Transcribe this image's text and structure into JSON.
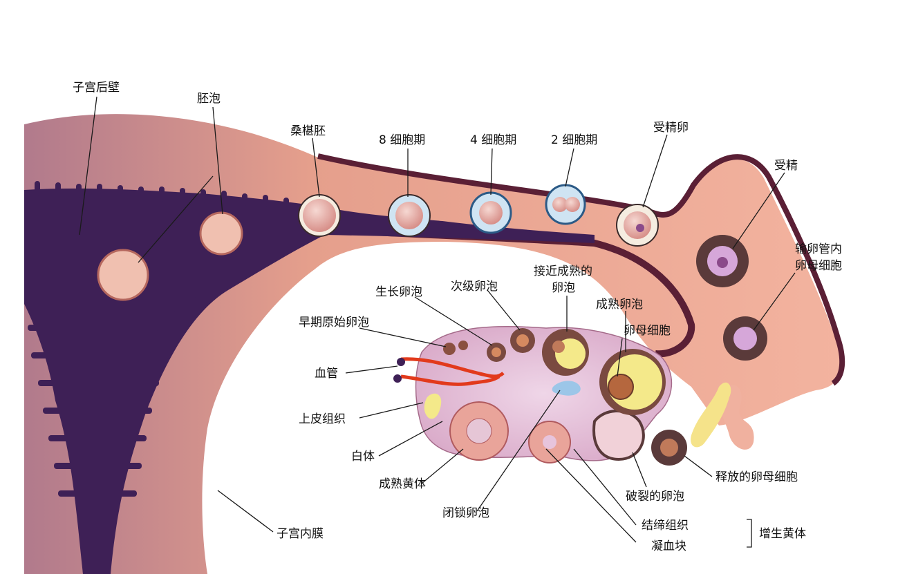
{
  "labels": {
    "uterus_posterior_wall": "子宫后壁",
    "blastocyst": "胚泡",
    "morula": "桑椹胚",
    "eight_cell": "8 细胞期",
    "four_cell": "4 细胞期",
    "two_cell": "2 细胞期",
    "fertilized_egg": "受精卵",
    "fertilization": "受精",
    "oocyte_in_tube_1": "输卵管内",
    "oocyte_in_tube_2": "卵母细胞",
    "approaching_mature_1": "接近成熟的",
    "approaching_mature_2": "卵泡",
    "growing_follicle": "生长卵泡",
    "secondary_follicle": "次级卵泡",
    "mature_follicle": "成熟卵泡",
    "oocyte": "卵母细胞",
    "early_primordial": "早期原始卵泡",
    "blood_vessel": "血管",
    "epithelium": "上皮组织",
    "corpus_albicans": "白体",
    "mature_corpus_luteum": "成熟黄体",
    "atretic_follicle": "闭锁卵泡",
    "ruptured_follicle": "破裂的卵泡",
    "connective_tissue": "结缔组织",
    "blood_clot": "凝血块",
    "proliferating_corpus_luteum": "增生黄体",
    "released_oocyte": "释放的卵母细胞",
    "endometrium": "子宫内膜"
  },
  "colors": {
    "uterus_tissue": "#e9a592",
    "uterus_cavity": "#3e2056",
    "tube_wall": "#5a1f35",
    "ovary": "#e7c4dc",
    "corpus_yellow": "#f4e98a",
    "vessel_red": "#e23a1c"
  }
}
